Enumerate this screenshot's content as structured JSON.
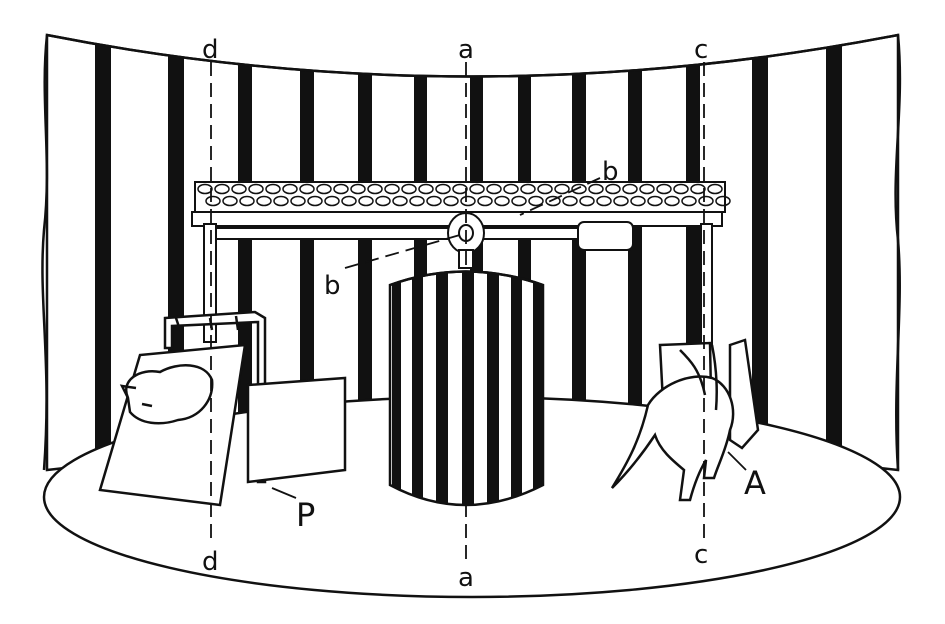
{
  "figure": {
    "labels": {
      "axis_d_top": "d",
      "axis_a_top": "a",
      "axis_c_top": "c",
      "axis_d_bottom": "d",
      "axis_a_bottom": "a",
      "axis_c_bottom": "c",
      "label_b_top": "b",
      "label_b_left": "b",
      "label_P": "P",
      "label_A": "A"
    },
    "colors": {
      "ink": "#111111",
      "paper": "#ffffff"
    }
  }
}
